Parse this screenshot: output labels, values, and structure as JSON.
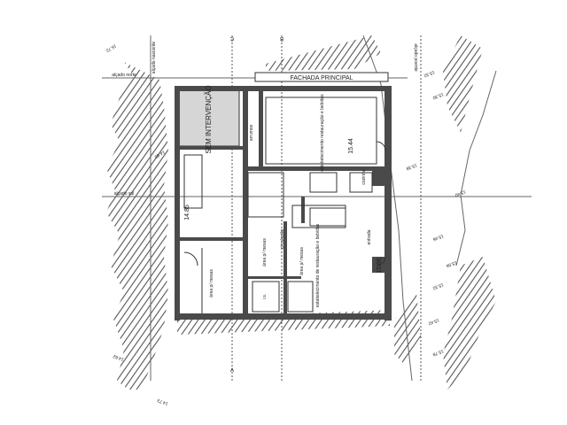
{
  "title_strip": "FACHADA PRINCIPAL",
  "elevation_labels": [
    "alçado nascente",
    "alçado poente",
    "alçado norte",
    "alçado sul"
  ],
  "grid_markers": [
    "C",
    "B",
    "A"
  ],
  "zones": {
    "no_intervention": "SEM INTERVENÇÃO",
    "main_room": "estabelecimento restauração e bebidas",
    "lower_room": "estabelecimento de restauração e bebidas",
    "dining_1": "área p/ mesas",
    "dining_2": "área p/ mesas",
    "dining_3": "área p/ mesas",
    "circulation": "circulação",
    "kitchen": "cozinha",
    "storage": "arrumos",
    "wc": "i.s.",
    "entrance": "entrada"
  },
  "levels": [
    "15.44",
    "14.85",
    "15.66"
  ],
  "terrain_elevations": [
    "15.72",
    "15.32",
    "15.30",
    "15.38",
    "15.40",
    "15.46",
    "15.56",
    "15.32",
    "15.42",
    "15.78",
    "14.62",
    "14.73",
    "14.85"
  ],
  "colors": {
    "wall": "#4a4a4a",
    "no_intervention_fill": "#d6d6d6",
    "hatch": "#555555"
  }
}
